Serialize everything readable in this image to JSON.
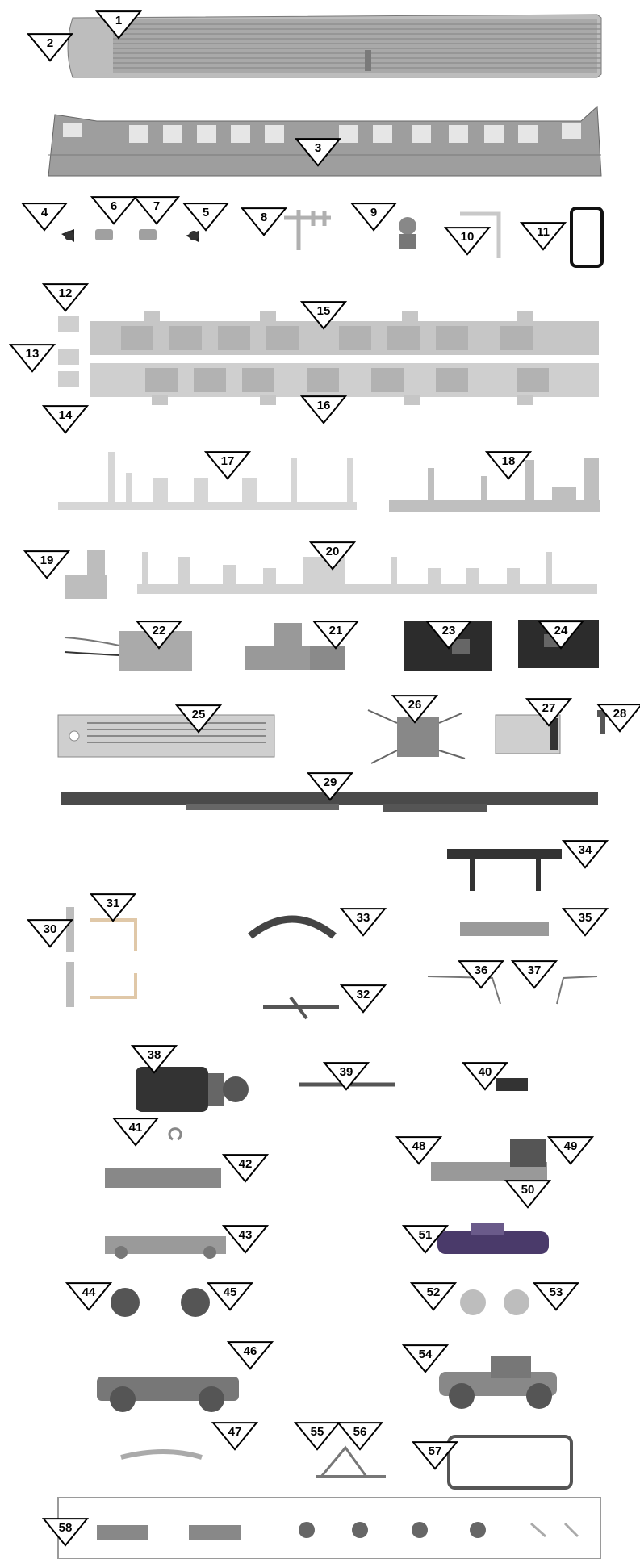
{
  "diagram": {
    "type": "exploded parts diagram (locomotive spare parts)",
    "part_numbers": [
      "1",
      "2",
      "3",
      "4",
      "5",
      "6",
      "7",
      "8",
      "9",
      "10",
      "11",
      "12",
      "13",
      "14",
      "15",
      "16",
      "17",
      "18",
      "19",
      "20",
      "21",
      "22",
      "23",
      "24",
      "25",
      "26",
      "27",
      "28",
      "29",
      "30",
      "31",
      "32",
      "33",
      "34",
      "35",
      "36",
      "37",
      "38",
      "39",
      "40",
      "41",
      "42",
      "43",
      "44",
      "45",
      "46",
      "47",
      "48",
      "49",
      "50",
      "51",
      "52",
      "53",
      "54",
      "55",
      "56",
      "57",
      "58"
    ],
    "colors": {
      "marker_stroke": "#000000",
      "marker_fill": "#ffffff",
      "part_light": "#bdbdbd",
      "part_mid": "#8a8a8a",
      "part_dark": "#3a3a3a",
      "frame_border": "#9a9a9a"
    }
  }
}
